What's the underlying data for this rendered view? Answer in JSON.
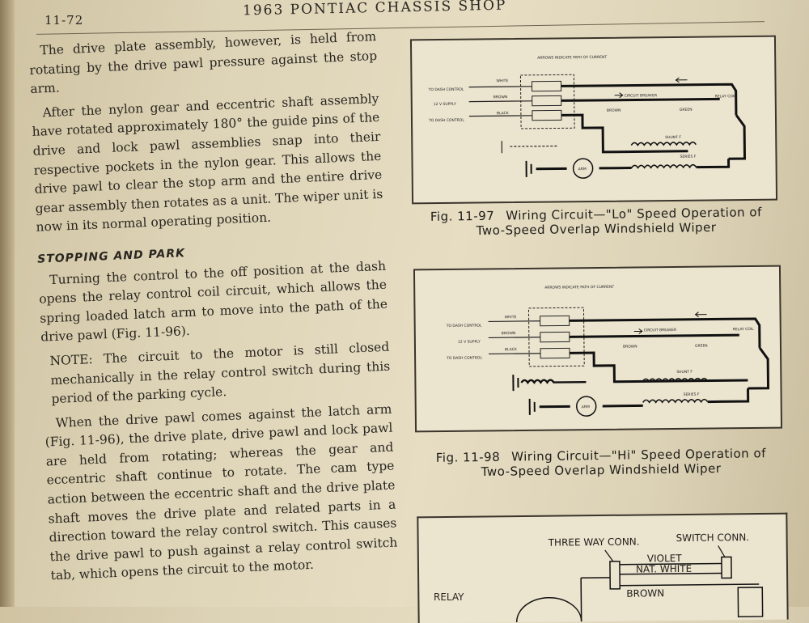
{
  "page": {
    "number": "11-72",
    "running_head": "1963 PONTIAC CHASSIS SHOP"
  },
  "text_column": {
    "p1": "The drive plate assembly, however, is held from rotating by the drive pawl pressure against the stop arm.",
    "p2": "After the nylon gear and eccentric shaft assembly have rotated approximately 180° the guide pins of the drive and lock pawl assemblies snap into their respective pockets in the nylon gear. This allows the drive pawl to clear the stop arm and the entire drive gear assembly then rotates as a unit. The wiper unit is now in its normal operating position.",
    "heading": "STOPPING AND PARK",
    "p3": "Turning the control to the off position at the dash opens the relay control coil circuit, which allows the spring loaded latch arm to move into the path of the drive pawl (Fig. 11-96).",
    "note": "NOTE: The circuit to the motor is still closed mechanically in the relay control switch during this period of the parking cycle.",
    "p4": "When the drive pawl comes against the latch arm (Fig. 11-96), the drive plate, drive pawl and lock pawl are held from rotating; whereas the gear and eccentric shaft continue to rotate. The cam type action between the eccentric shaft and the drive plate shaft moves the drive plate and related parts in a direction toward the relay control switch. This causes the drive pawl to push against a relay control switch tab, which opens the circuit to the motor."
  },
  "figures": [
    {
      "number": "Fig. 11-97",
      "caption_line1": "Wiring Circuit—\"Lo\" Speed Operation of",
      "caption_line2": "Two-Speed Overlap Windshield Wiper",
      "labels": {
        "arrows": "ARROWS INDICATE PATH OF CURRENT",
        "dash1": "TO DASH CONTROL",
        "supply": "12 V SUPPLY",
        "dash2": "TO DASH CONTROL",
        "white": "WHITE",
        "brown": "BROWN",
        "black": "BLACK",
        "breaker": "CIRCUIT BREAKER",
        "relay": "RELAY COIL",
        "brown2": "BROWN",
        "green": "GREEN",
        "shunt": "SHUNT F",
        "series": "SERIES F",
        "arm": "ARM"
      }
    },
    {
      "number": "Fig. 11-98",
      "caption_line1": "Wiring Circuit—\"Hi\" Speed Operation of",
      "caption_line2": "Two-Speed Overlap Windshield Wiper",
      "labels": {
        "arrows": "ARROWS INDICATE PATH OF CURRENT",
        "dash1": "TO DASH CONTROL",
        "supply": "12 V SUPPLY",
        "dash2": "TO DASH CONTROL",
        "white": "WHITE",
        "brown": "BROWN",
        "black": "BLACK",
        "breaker": "CIRCUIT BREAKER",
        "relay": "RELAY COIL",
        "brown2": "BROWN",
        "green": "GREEN",
        "shunt": "SHUNT F",
        "series": "SERIES F",
        "arm": "ARM"
      }
    }
  ],
  "figure3": {
    "three_way": "THREE WAY CONN.",
    "switch_conn": "SWITCH CONN.",
    "violet": "VIOLET",
    "nat_white": "NAT. WHITE",
    "brown": "BROWN",
    "relay": "RELAY"
  }
}
